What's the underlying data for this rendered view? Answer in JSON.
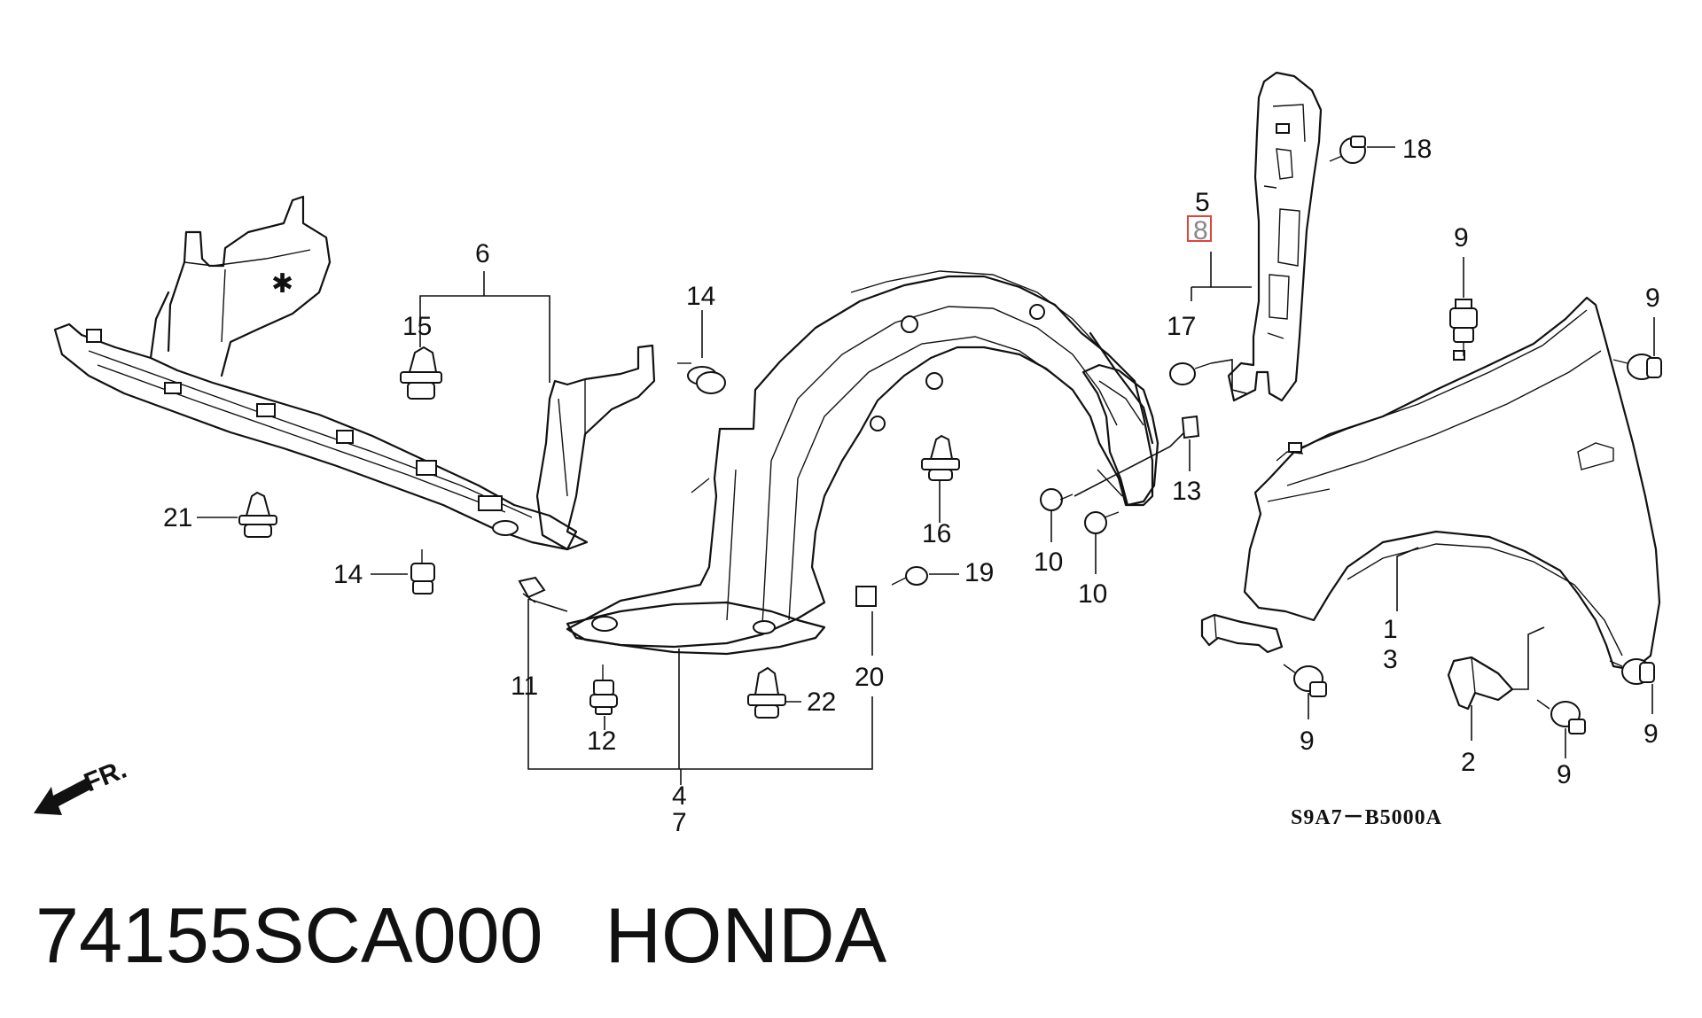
{
  "footer": {
    "part_number": "74155SCA000",
    "brand": "HONDA"
  },
  "diagram": {
    "code": "S9A7－B5000A",
    "direction_marker": "FR.",
    "asterisk": "✱",
    "callouts": {
      "c1": "1",
      "c2": "2",
      "c3": "3",
      "c4": "4",
      "c5": "5",
      "c6": "6",
      "c7": "7",
      "c8": "8",
      "c9a": "9",
      "c9b": "9",
      "c9c": "9",
      "c9d": "9",
      "c9e": "9",
      "c10a": "10",
      "c10b": "10",
      "c11": "11",
      "c12": "12",
      "c13": "13",
      "c14a": "14",
      "c14b": "14",
      "c15": "15",
      "c16": "16",
      "c17": "17",
      "c18": "18",
      "c19": "19",
      "c20": "20",
      "c21": "21",
      "c22": "22"
    },
    "highlighted_callout": "8",
    "highlight_color": "#e0443c"
  }
}
